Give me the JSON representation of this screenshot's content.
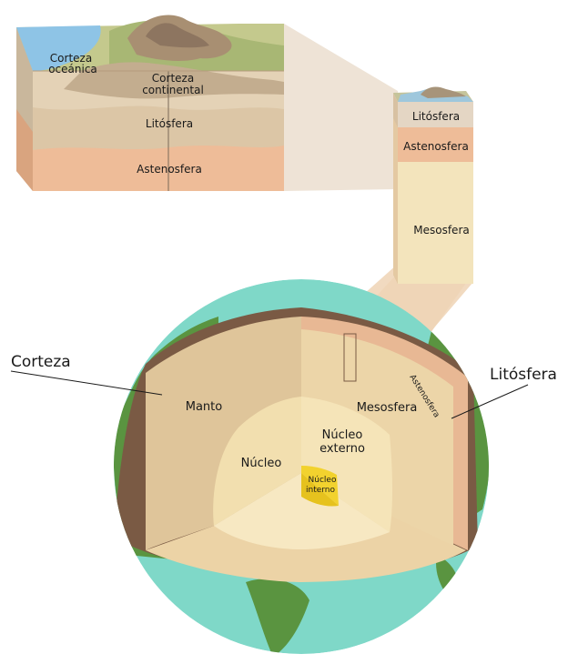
{
  "labels": {
    "corteza_oceanica_1": "Corteza",
    "corteza_oceanica_2": "oceánica",
    "corteza_continental_1": "Corteza",
    "corteza_continental_2": "continental",
    "block_litosfera": "Litósfera",
    "block_astenosfera": "Astenosfera",
    "column_litosfera": "Litósfera",
    "column_astenosfera": "Astenosfera",
    "column_mesosfera": "Mesosfera",
    "corteza": "Corteza",
    "litosfera": "Litósfera",
    "manto": "Manto",
    "mesosfera": "Mesosfera",
    "astenosfera": "Astenosfera",
    "nucleo": "Núcleo",
    "nucleo_externo_1": "Núcleo",
    "nucleo_externo_2": "externo",
    "nucleo_interno_1": "Núcleo",
    "nucleo_interno_2": "interno"
  },
  "colors": {
    "ocean": "#7fd8c8",
    "land": "#5a9440",
    "crust_edge": "#7a5a44",
    "mantle": "#e2c99a",
    "mantle_light": "#ecd7ab",
    "mesosphere": "#f0dcae",
    "asthenosphere": "#e8b894",
    "outer_core": "#f2e0b0",
    "inner_core": "#f2d22e",
    "block_water": "#8ec4e6",
    "block_lithosphere": "#e6d0b2",
    "block_asthenosphere": "#eebc98",
    "zoom_band": "#eedcca"
  }
}
